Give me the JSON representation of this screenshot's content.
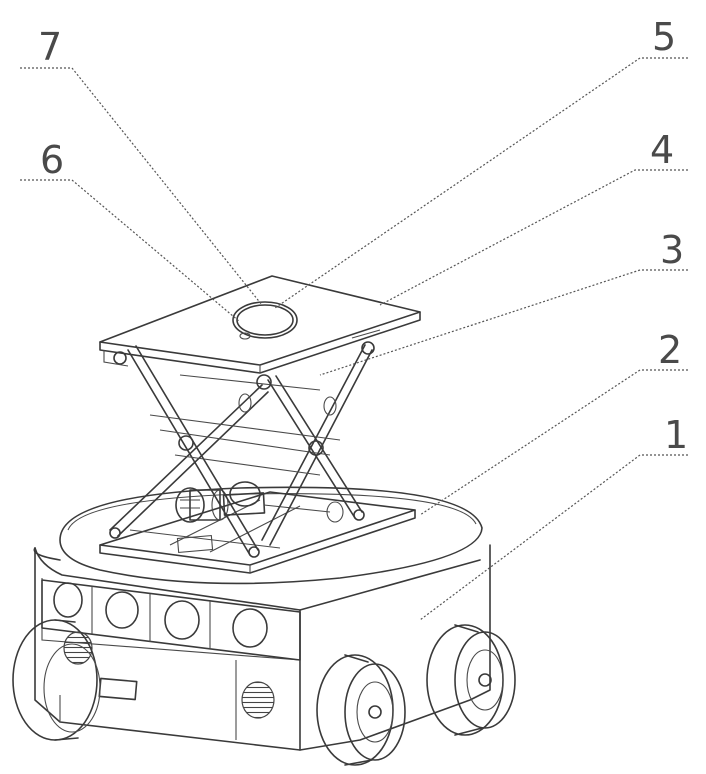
{
  "figure": {
    "callouts": [
      {
        "id": "c1",
        "label": "1"
      },
      {
        "id": "c2",
        "label": "2"
      },
      {
        "id": "c3",
        "label": "3"
      },
      {
        "id": "c4",
        "label": "4"
      },
      {
        "id": "c5",
        "label": "5"
      },
      {
        "id": "c6",
        "label": "6"
      },
      {
        "id": "c7",
        "label": "7"
      }
    ]
  }
}
